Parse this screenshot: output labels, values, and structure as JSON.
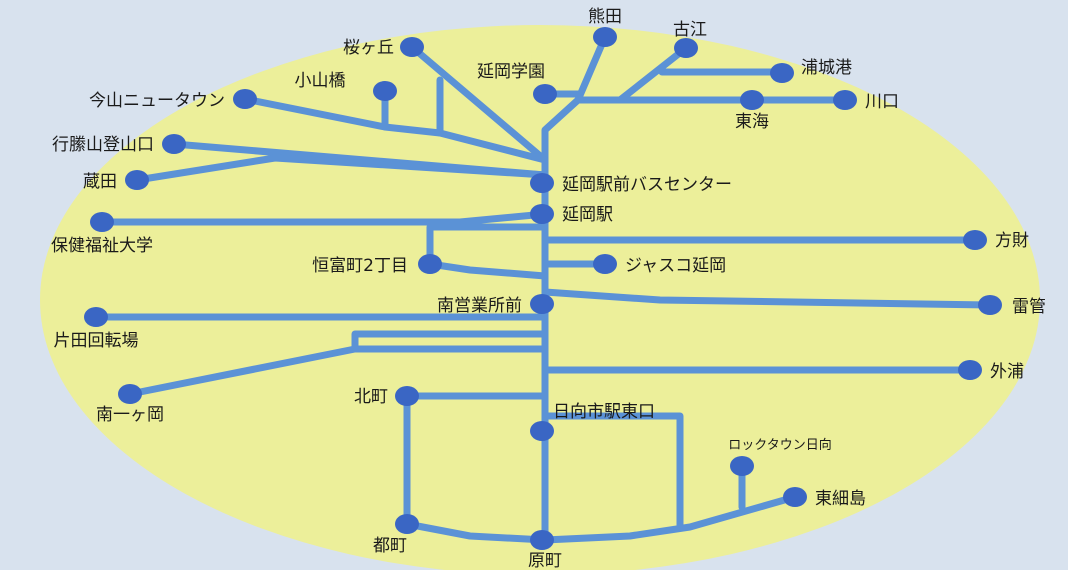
{
  "colors": {
    "background": "#d8e2ee",
    "ellipse": "#ecef9a",
    "route": "#5b92d6",
    "stop": "#3a66c4",
    "text": "#1a1a1a"
  },
  "stops": {
    "kumada": "熊田",
    "furue": "古江",
    "sakuragaoka": "桜ヶ丘",
    "urashirominato": "浦城港",
    "koyamabashi": "小山橋",
    "nobeokagakuen": "延岡学園",
    "imayama_newtown": "今山ニュータウン",
    "kawaguchi": "川口",
    "toukai": "東海",
    "gyoutouzan_tozanguchi": "行縢山登山口",
    "kurata": "蔵田",
    "bus_center": "延岡駅前バスセンター",
    "nobeoka_station": "延岡駅",
    "hoken_fukushi_daigaku": "保健福祉大学",
    "houzai": "方財",
    "tomimachi_2chome": "恒富町2丁目",
    "jusco_nobeoka": "ジャスコ延岡",
    "minami_eigyousho_mae": "南営業所前",
    "ikazuchi": "雷管",
    "katada_kaitenba": "片田回転場",
    "sotoura": "外浦",
    "minami_ichigaoka": "南一ヶ岡",
    "kitamachi": "北町",
    "hyuugashi_eki_higashiguchi": "日向市駅東口",
    "rock_town_hyuuga": "ロックタウン日向",
    "higashi_hosojima": "東細島",
    "miyakomachi": "都町",
    "haramachi": "原町"
  }
}
